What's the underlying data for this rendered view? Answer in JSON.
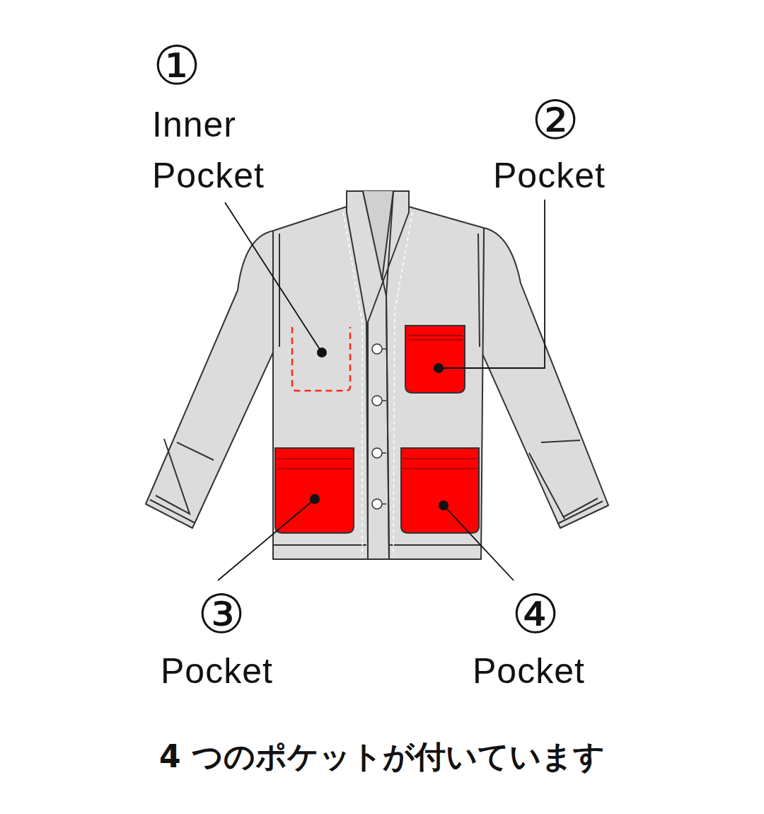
{
  "diagram": {
    "caption": "4 つのポケットが付いています",
    "labels": [
      "①",
      "Inner Pocket",
      "②",
      "Pocket",
      "③",
      "Pocket",
      "④",
      "Pocket"
    ]
  }
}
